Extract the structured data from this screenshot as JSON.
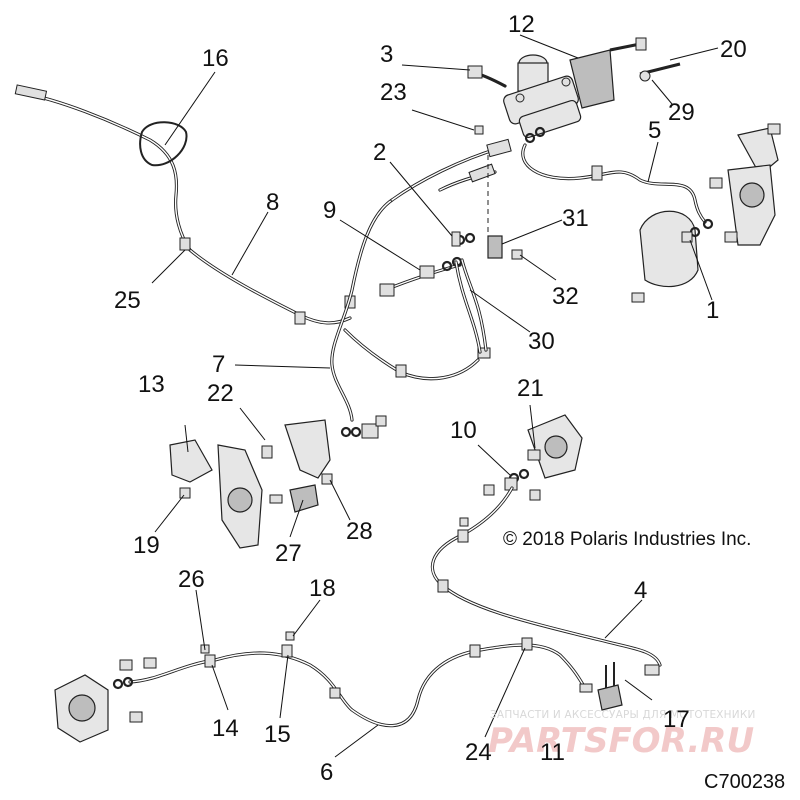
{
  "labels": {
    "n1": "1",
    "n2": "2",
    "n3": "3",
    "n4": "4",
    "n5": "5",
    "n6": "6",
    "n7": "7",
    "n8": "8",
    "n9": "9",
    "n10": "10",
    "n11": "11",
    "n12": "12",
    "n13": "13",
    "n14": "14",
    "n15": "15",
    "n16": "16",
    "n17": "17",
    "n18": "18",
    "n19": "19",
    "n20": "20",
    "n21": "21",
    "n22": "22",
    "n23": "23",
    "n24": "24",
    "n25": "25",
    "n26": "26",
    "n27": "27",
    "n28": "28",
    "n29": "29",
    "n30": "30",
    "n31": "31",
    "n32": "32"
  },
  "copyright": "© 2018 Polaris Industries Inc.",
  "diagram_code": "C700238",
  "watermark": {
    "line1": "ЗАПЧАСТИ И АКСЕССУАРЫ ДЛЯ МОТОТЕХНИКИ",
    "line2": "PARTSFOR.RU"
  },
  "colors": {
    "ink": "#111111",
    "part_fill": "#e6e6e6",
    "watermark_red": "#f2c9c9"
  }
}
